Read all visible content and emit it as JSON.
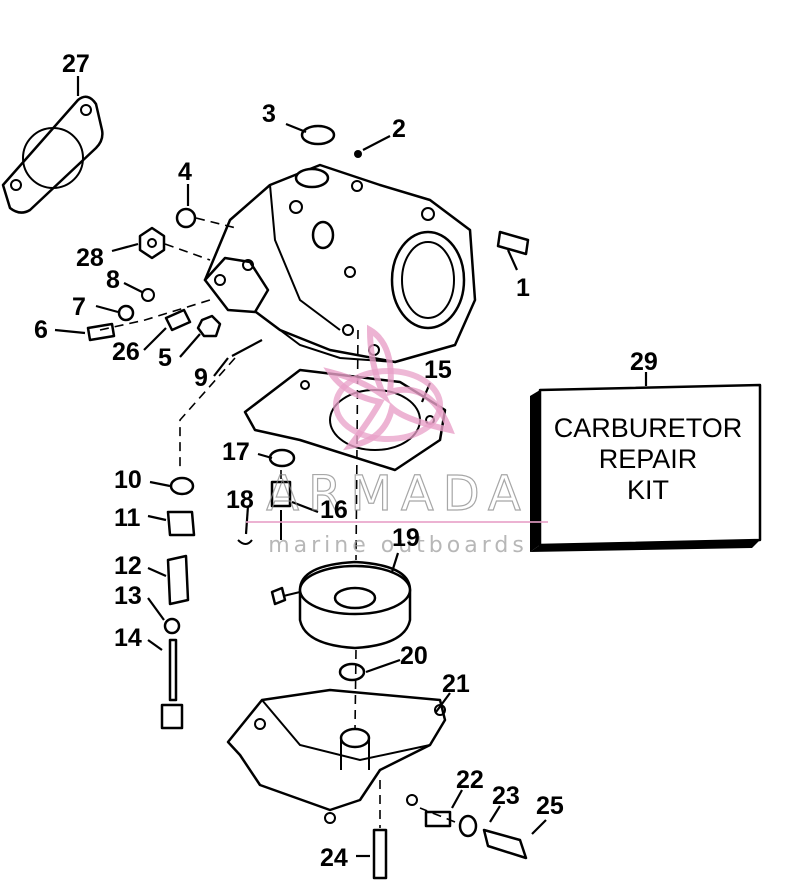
{
  "callouts": [
    "1",
    "2",
    "3",
    "4",
    "5",
    "6",
    "7",
    "8",
    "9",
    "10",
    "11",
    "12",
    "13",
    "14",
    "15",
    "16",
    "17",
    "18",
    "19",
    "20",
    "21",
    "22",
    "23",
    "24",
    "25",
    "26",
    "27",
    "28",
    "29"
  ],
  "kit": {
    "line1": "CARBURETOR",
    "line2": "REPAIR",
    "line3": "KIT"
  },
  "watermark": {
    "brand": "ARMADA",
    "tagline": "marine outboards"
  },
  "colors": {
    "line": "#000000",
    "watermark_pink": "#e8a0c8",
    "watermark_gray": "#9a9a9a",
    "paper": "#ffffff"
  }
}
